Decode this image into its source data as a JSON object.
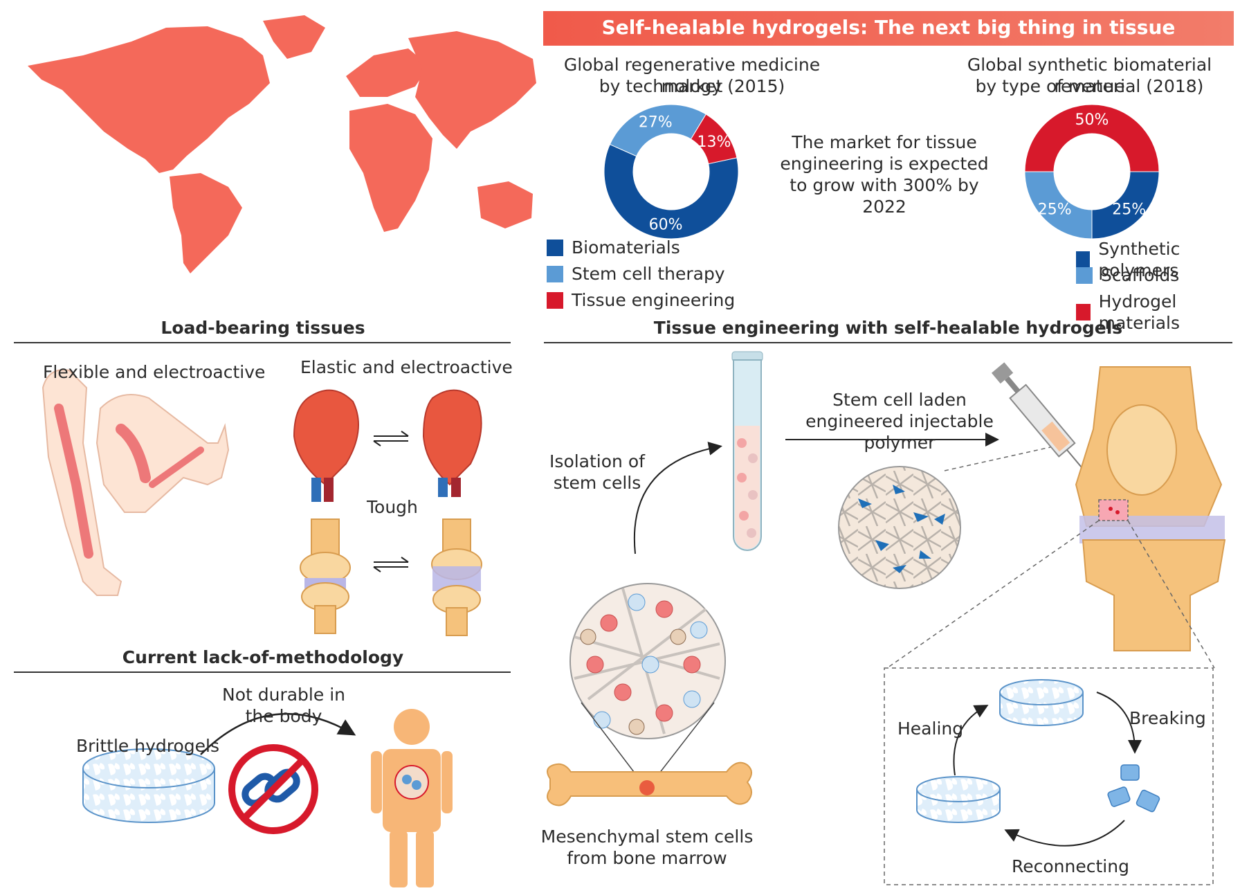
{
  "banner": {
    "title": "Self-healable hydrogels: The next big thing in tissue engineering?"
  },
  "colors": {
    "map": "#f4695a",
    "dark_blue": "#0f4f9a",
    "light_blue": "#5b9bd5",
    "red": "#d7192b",
    "banner": "#f05a4a"
  },
  "chart_data": [
    {
      "type": "pie",
      "title_line1": "Global regenerative medicine market",
      "title_line2": "by technology (2015)",
      "categories": [
        "Biomaterials",
        "Stem cell therapy",
        "Tissue engineering"
      ],
      "values": [
        60,
        27,
        13
      ],
      "value_labels": [
        "60%",
        "27%",
        "13%"
      ],
      "colors": [
        "#0f4f9a",
        "#5b9bd5",
        "#d7192b"
      ],
      "legend_position": "bottom-left"
    },
    {
      "type": "pie",
      "title_line1": "Global synthetic biomaterial revenue",
      "title_line2": "by type of material (2018)",
      "categories": [
        "Synthetic polymers",
        "Scaffolds",
        "Hydrogel materials"
      ],
      "values": [
        25,
        25,
        50
      ],
      "value_labels": [
        "25%",
        "25%",
        "50%"
      ],
      "colors": [
        "#0f4f9a",
        "#5b9bd5",
        "#d7192b"
      ],
      "legend_position": "bottom-right"
    }
  ],
  "market_note": [
    "The market for tissue",
    "engineering is expected",
    "to grow with 300% by 2022"
  ],
  "load_bearing": {
    "heading": "Load-bearing tissues",
    "flexible": "Flexible and electroactive",
    "elastic": "Elastic and electroactive",
    "tough": "Tough"
  },
  "lack": {
    "heading": "Current lack-of-methodology",
    "not_durable": [
      "Not durable in",
      "the body"
    ],
    "brittle": "Brittle hydrogels"
  },
  "te": {
    "heading": "Tissue engineering with self-healable hydrogels",
    "isolation": [
      "Isolation of",
      "stem cells"
    ],
    "laden": [
      "Stem cell laden",
      "engineered injectable polymer"
    ],
    "mesenchymal": [
      "Mesenchymal stem cells",
      "from bone marrow"
    ],
    "cycle": {
      "healing": "Healing",
      "breaking": "Breaking",
      "reconnecting": "Reconnecting"
    }
  }
}
